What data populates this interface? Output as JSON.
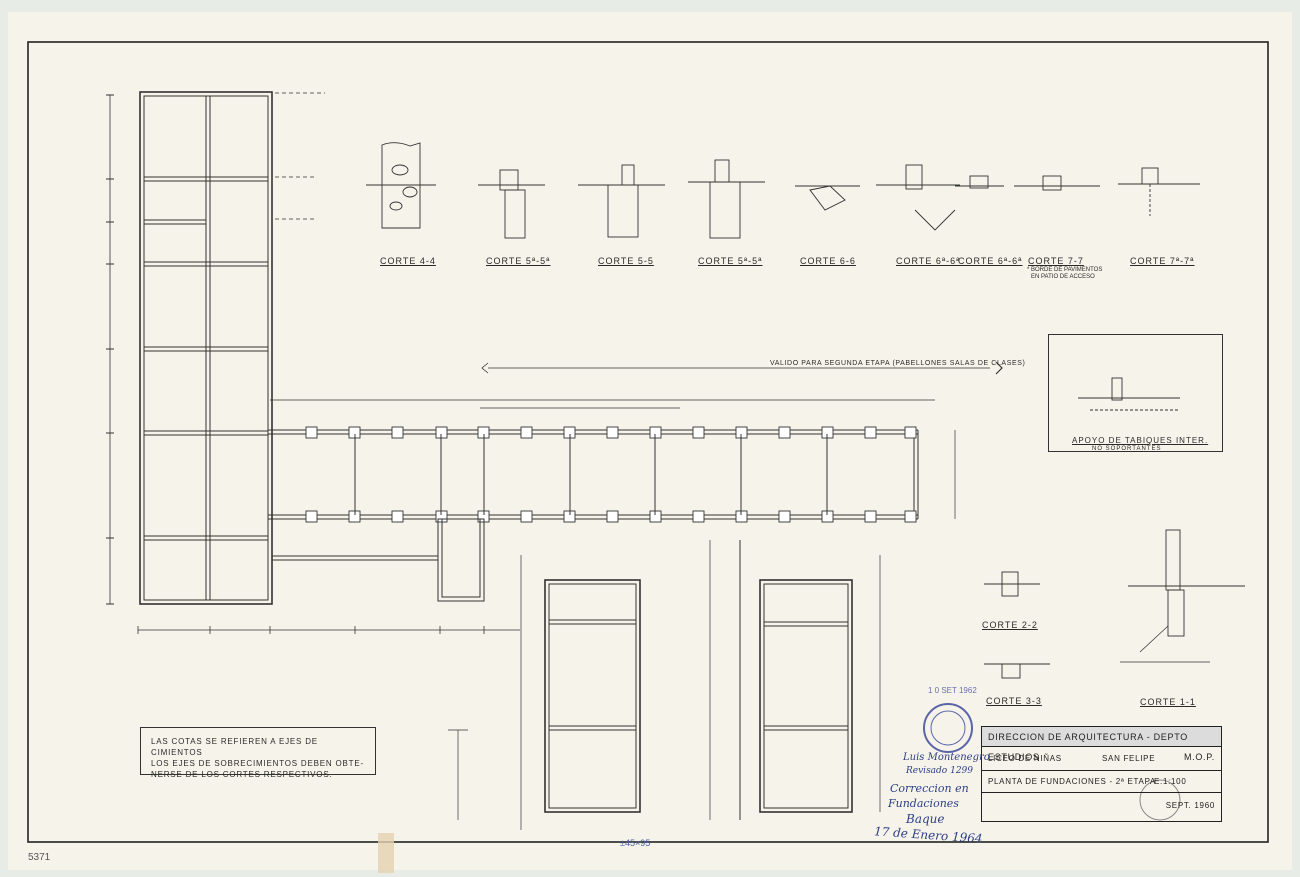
{
  "sheet_number": "5371",
  "size_note": "±45×95",
  "validity_note": "VALIDO PARA SEGUNDA ETAPA (PABELLONES SALAS DE CLASES)",
  "cut_labels": {
    "c44": "CORTE 4-4",
    "c5a": "CORTE 5ª-5ª",
    "c55": "CORTE 5-5",
    "c5b": "CORTE 5ª-5ª",
    "c66": "CORTE 6-6",
    "c6a": "CORTE 6ª-6ª",
    "c6b": "CORTE 6ª-6ª",
    "c77": "CORTE 7-7",
    "c7a": "CORTE 7ª-7ª",
    "c22": "CORTE 2-2",
    "c33": "CORTE 3-3",
    "c11": "CORTE 1-1"
  },
  "borde_note_1": "* BORDE DE PAVIMENTOS",
  "borde_note_2": "EN PATIO DE ACCESO",
  "apoyo_title": "APOYO DE TABIQUES INTER.",
  "apoyo_sub": "NO SOPORTANTES",
  "note_lines": [
    "LAS COTAS SE REFIEREN A EJES DE CIMIENTOS",
    "LOS EJES DE SOBRECIMIENTOS DEBEN OBTE-",
    "NERSE DE LOS CORTES RESPECTIVOS."
  ],
  "title_block": {
    "office": "DIRECCION DE ARQUITECTURA - DEPTO ESTUDIOS",
    "ministry": "M.O.P.",
    "school": "LICEO DE NIÑAS",
    "city": "SAN FELIPE",
    "plan": "PLANTA DE FUNDACIONES - 2ª ETAPA",
    "scale": "E.1:100",
    "date": "SEPT. 1960"
  },
  "stamp_date": "1 0 SET 1962",
  "handwriting": {
    "line1": "Luis Montenegro",
    "line2": "Revisado 1299",
    "line3": "Correccion en",
    "line4": "Fundaciones",
    "line5": "Baque",
    "line6": "17 de Enero 1964"
  },
  "colors": {
    "paper": "#f6f3ea",
    "ink": "#2b2b2b",
    "stamp": "#5a64a8",
    "handwriting": "#2d3f86"
  }
}
